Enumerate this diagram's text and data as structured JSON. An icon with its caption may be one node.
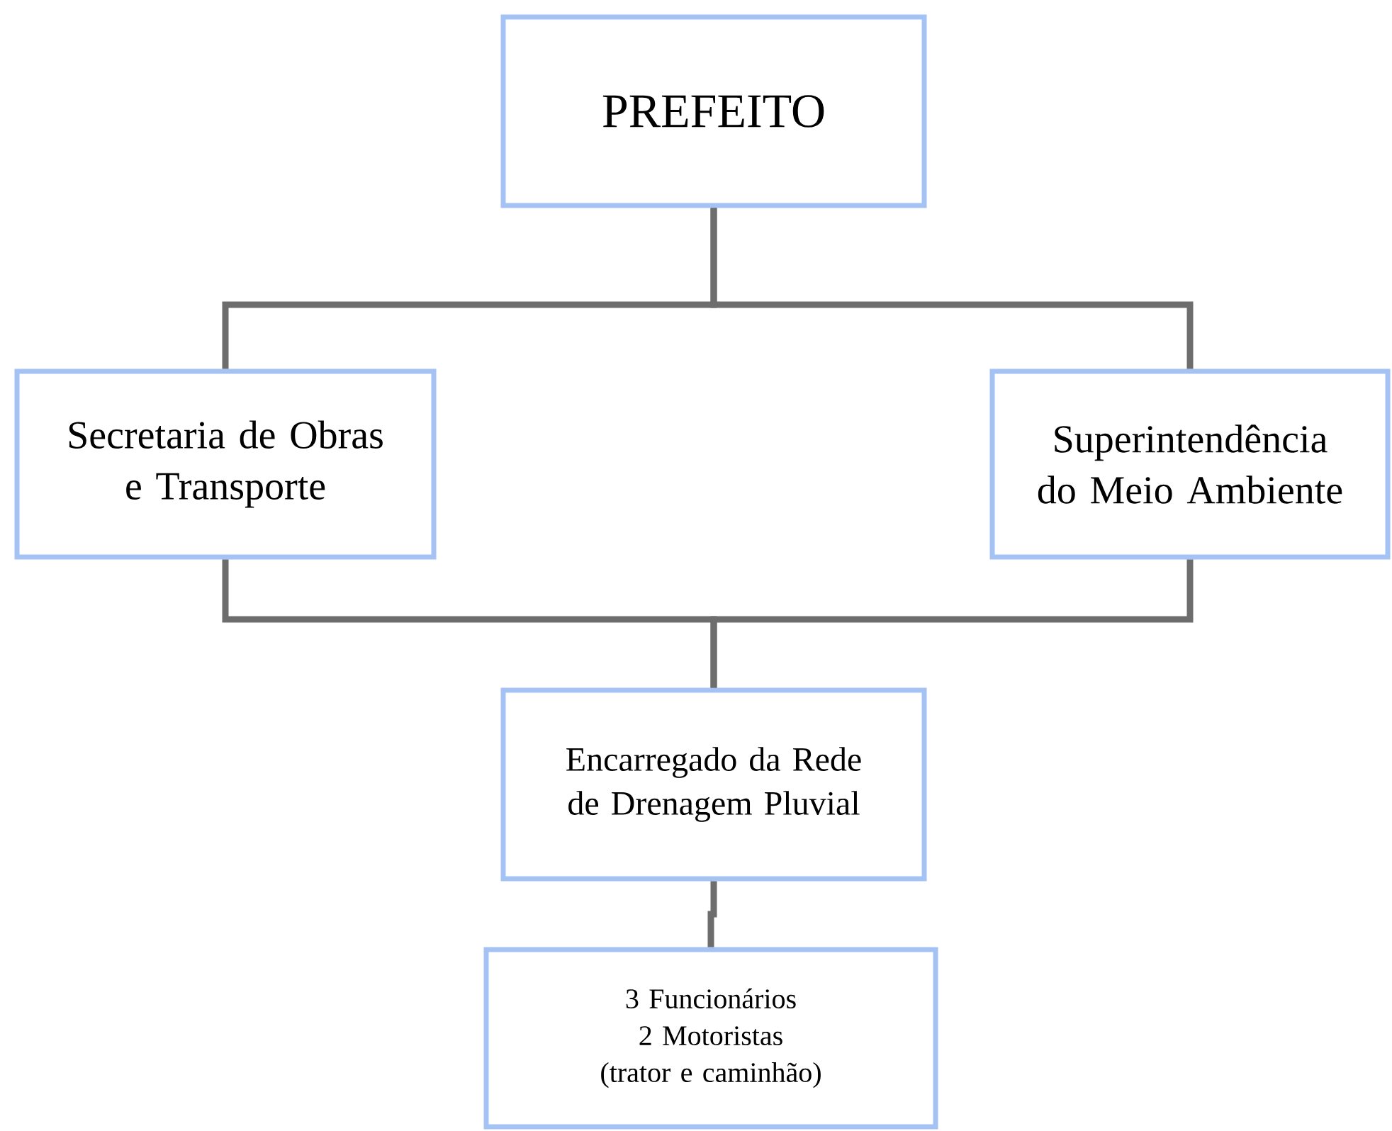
{
  "diagram": {
    "nodes": [
      {
        "text": [
          "PREFEITO"
        ]
      },
      {
        "text": [
          "Secretaria de Obras e Transporte"
        ]
      },
      {
        "text": [
          "Superintendência do Meio Ambiente"
        ]
      },
      {
        "text": [
          "Encarregado da Rede de Drenagem Pluvial"
        ]
      },
      {
        "text": [
          "3 Funcionários",
          "2 Motoristas",
          "(trator e caminhão)"
        ]
      }
    ],
    "edges": [
      {
        "from": 0,
        "to": 1,
        "arrow": "none"
      },
      {
        "from": 0,
        "to": 2,
        "arrow": "none"
      },
      {
        "from": 1,
        "to": 3,
        "arrow": "none"
      },
      {
        "from": 2,
        "to": 3,
        "arrow": "none"
      },
      {
        "from": 3,
        "to": 4,
        "arrow": "none"
      }
    ]
  }
}
